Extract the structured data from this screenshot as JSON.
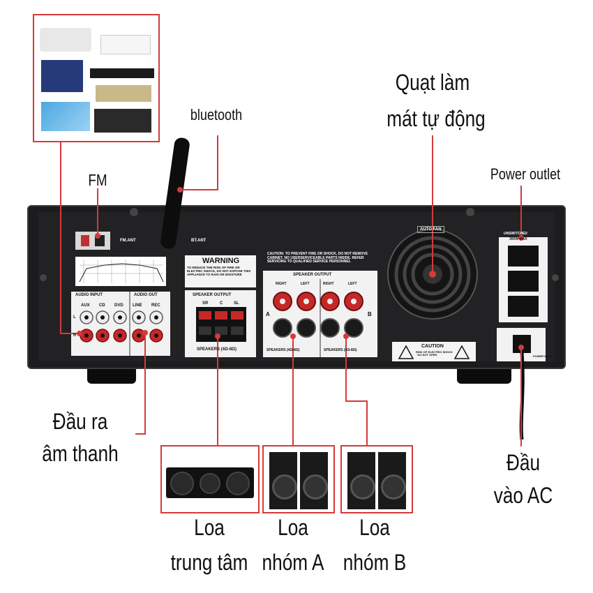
{
  "labels": {
    "bluetooth": "bluetooth",
    "fm": "FM",
    "fan_line1": "Quạt làm",
    "fan_line2": "mát tự động",
    "power_outlet": "Power outlet",
    "audio_out_line1": "Đầu ra",
    "audio_out_line2": "âm thanh",
    "ac_in_line1": "Đầu",
    "ac_in_line2": "vào AC",
    "speaker_center_line1": "Loa",
    "speaker_center_line2": "trung tâm",
    "speaker_a_line1": "Loa",
    "speaker_a_line2": "nhóm A",
    "speaker_b_line1": "Loa",
    "speaker_b_line2": "nhóm B"
  },
  "panel": {
    "fm_ant": "FM.ANT",
    "bt_ant": "BT.ANT",
    "warning_title": "WARNING",
    "warning_text": "TO REDUCE THE RISK OF FIRE OR ELECTRIC SHOCK, DO NOT EXPOSE THIS APPLIANCE TO RAIN OR MOISTURE",
    "caution_text": "CAUTION: TO PREVENT FIRE OR SHOCK, DO NOT REMOVE CABINET. NO USERSERVICEABLE PARTS INSIDE. REFER SERVICING TO QUALIFIED SERVICE PERSONNEL",
    "audio_input": "AUDIO INPUT",
    "audio_out": "AUDIO OUT",
    "aux": "AUX",
    "cd": "CD",
    "dvd": "DVD",
    "line": "LINE",
    "rec": "REC",
    "ch_l": "L",
    "ch_r": "R",
    "speaker_output": "SPEAKER OUTPUT",
    "sr": "SR",
    "c": "C",
    "sl": "SL",
    "speakers_center_ohm": "SPEAKERS (4Ω-8Ω)",
    "right": "RIGHT",
    "left": "LEFT",
    "group_a": "A",
    "group_b": "B",
    "auto_fan": "AUTO FAN",
    "unswitched": "UNSWITCHED",
    "outlet_rating": "300W MAX",
    "caution_box": "CAUTION",
    "caution_box_sub": "RISK OF ELECTRIC SHOCK · DO NOT OPEN",
    "power_input": "POWER INPUT"
  },
  "colors": {
    "accent": "#d43a3a",
    "panel": "#1b1b1d",
    "text": "#111111"
  }
}
